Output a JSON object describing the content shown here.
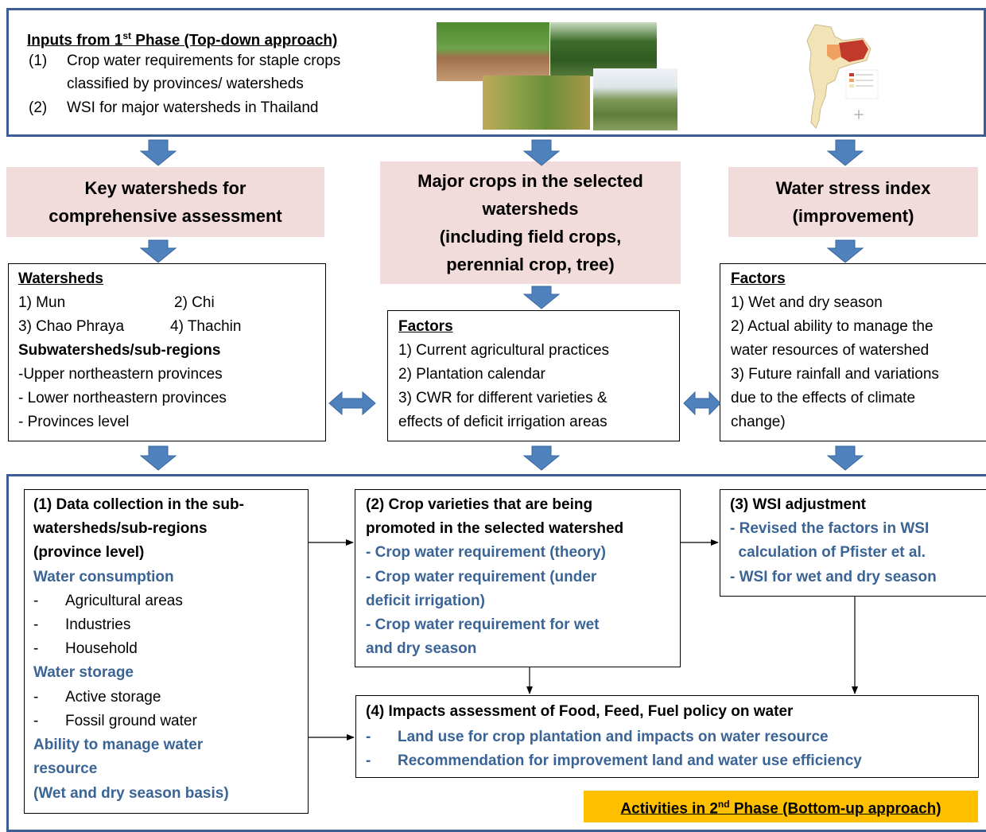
{
  "phase1": {
    "title": "Inputs from 1",
    "title_sup": "st",
    "title_rest": " Phase (Top-down approach)",
    "items": [
      {
        "num": "(1)",
        "lines": [
          "Crop water requirements for staple crops",
          "classified by provinces/ watersheds"
        ]
      },
      {
        "num": "(2)",
        "lines": [
          "WSI for major watersheds in Thailand"
        ]
      }
    ]
  },
  "headers": {
    "left": [
      "Key watersheds for",
      "comprehensive assessment"
    ],
    "mid": [
      "Major crops in the selected",
      "watersheds",
      "(including field crops,",
      "perennial crop, tree)"
    ],
    "right": [
      "Water stress index",
      "(improvement)"
    ]
  },
  "watersheds_box": {
    "title": "Watersheds",
    "rows": [
      [
        "1) Mun",
        "2) Chi"
      ],
      [
        "3) Chao Phraya",
        "4) Thachin"
      ]
    ],
    "sub_title": "Subwatersheds/sub-regions",
    "sub_items": [
      "-Upper northeastern provinces",
      "- Lower northeastern provinces",
      "- Provinces level"
    ]
  },
  "crop_factors": {
    "title": "Factors",
    "items": [
      "1) Current agricultural practices",
      "2) Plantation calendar",
      "3) CWR for different varieties  &",
      "effects  of deficit irrigation areas"
    ]
  },
  "wsi_factors": {
    "title": "Factors",
    "items": [
      "1) Wet and dry season",
      "2) Actual ability to manage the",
      "water resources of watershed",
      "3) Future rainfall and variations",
      "due to the effects of climate",
      "change)"
    ]
  },
  "box1": {
    "title": [
      "(1) Data collection in the sub-",
      "watersheds/sub-regions",
      "(province level)"
    ],
    "consumption_title": "Water consumption",
    "consumption_items": [
      "Agricultural areas",
      "Industries",
      "Household"
    ],
    "storage_title": "Water storage",
    "storage_items": [
      "Active storage",
      "Fossil ground water"
    ],
    "ability_title": [
      "Ability to manage water",
      "resource",
      "(Wet and dry season basis)"
    ]
  },
  "box2": {
    "title": [
      "(2) Crop varieties that are being",
      "promoted in the selected watershed"
    ],
    "items": [
      "- Crop water requirement (theory)",
      "- Crop water requirement (under",
      "deficit irrigation)",
      "- Crop water requirement for wet",
      "and dry season"
    ]
  },
  "box3": {
    "title": "(3) WSI adjustment",
    "items": [
      "- Revised the factors in WSI",
      "  calculation of Pfister et al.",
      "- WSI for wet and dry season"
    ]
  },
  "box4": {
    "title": "(4) Impacts assessment of Food, Feed, Fuel policy on water",
    "items": [
      "Land use for crop plantation and impacts on water resource",
      "Recommendation for improvement land and water use efficiency"
    ]
  },
  "phase2": {
    "label": "Activities in 2",
    "label_sup": "nd",
    "label_rest": " Phase (Bottom-up approach)"
  },
  "colors": {
    "frame": "#3b5f94",
    "arrow": "#4f81bd",
    "header_fill": "#f2dcdb",
    "accent_text": "#3b6496",
    "phase2_fill": "#ffc000"
  }
}
